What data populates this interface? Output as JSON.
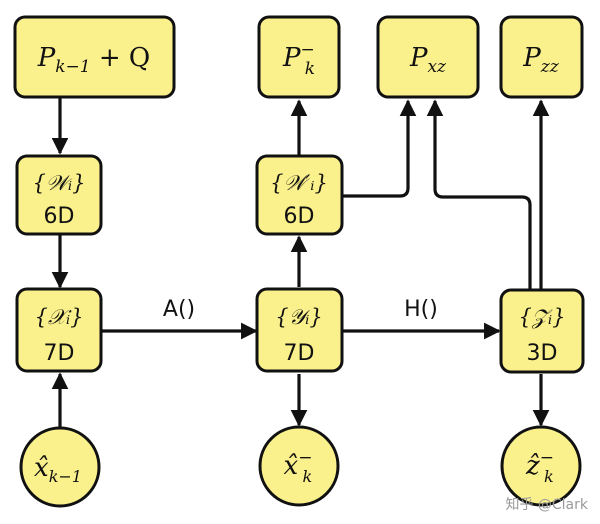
{
  "nodes": {
    "p_prior": {
      "var": "P",
      "sub": "k−1",
      "suffix": " + Q"
    },
    "p_pred": {
      "var": "P",
      "sub": "k",
      "sup": "−"
    },
    "p_xz": {
      "var": "P",
      "sub": "xz"
    },
    "p_zz": {
      "var": "P",
      "sub": "zz"
    },
    "w_sigma": {
      "set": "{𝒲ᵢ}",
      "dim": "6D"
    },
    "w_sigma2": {
      "set": "{𝒲′ᵢ}",
      "dim": "6D"
    },
    "x_sigma": {
      "set": "{𝒳ᵢ}",
      "dim": "7D"
    },
    "y_sigma": {
      "set": "{𝒴ᵢ}",
      "dim": "7D"
    },
    "z_sigma": {
      "set": "{𝒵ᵢ}",
      "dim": "3D"
    },
    "x_prev": {
      "var": "x̂",
      "sub": "k−1"
    },
    "x_pred": {
      "var": "x̂",
      "sub": "k",
      "sup": "−"
    },
    "z_pred": {
      "var": "ẑ",
      "sub": "k",
      "sup": "−"
    }
  },
  "edges": {
    "process_label": "A()",
    "measure_label": "H()"
  },
  "watermark": "知乎 @Clark"
}
